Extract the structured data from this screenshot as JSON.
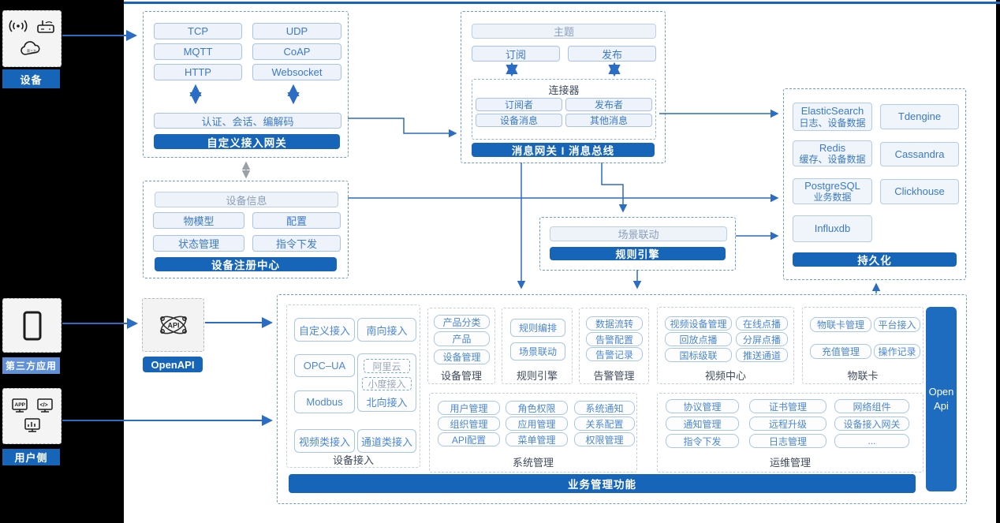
{
  "colors": {
    "accent": "#1765b8",
    "arrow": "#2b6cc4",
    "light_button_border": "#a9c3e6",
    "light_button_text": "#3b79c6",
    "third_party_label_bg": "#6090d8"
  },
  "left_rail": {
    "device_label": "设备",
    "third_party_label": "第三方应用",
    "user_label": "用户侧"
  },
  "gateway": {
    "protocols": [
      "TCP",
      "UDP",
      "MQTT",
      "CoAP",
      "HTTP",
      "Websocket"
    ],
    "auth": "认证、会话、编解码",
    "title": "自定义接入网关"
  },
  "registry": {
    "info": "设备信息",
    "items": [
      "物模型",
      "配置",
      "状态管理",
      "指令下发"
    ],
    "title": "设备注册中心"
  },
  "bus": {
    "topic": "主题",
    "subscribe": "订阅",
    "publish": "发布",
    "connector_title": "连接器",
    "connector_items": [
      "订阅者",
      "发布者",
      "设备消息",
      "其他消息"
    ],
    "title": "消息网关 I 消息总线"
  },
  "persistence": {
    "stores": [
      {
        "name": "ElasticSearch",
        "desc": "日志、设备数据"
      },
      {
        "name": "Tdengine",
        "desc": ""
      },
      {
        "name": "Redis",
        "desc": "缓存、设备数据"
      },
      {
        "name": "Cassandra",
        "desc": ""
      },
      {
        "name": "PostgreSQL",
        "desc": "业务数据"
      },
      {
        "name": "Clickhouse",
        "desc": ""
      },
      {
        "name": "Influxdb",
        "desc": ""
      }
    ],
    "title": "持久化"
  },
  "rule_engine_mid": {
    "scene": "场景联动",
    "title": "规则引擎"
  },
  "openapi": {
    "label": "OpenAPI"
  },
  "platform": {
    "device_access": {
      "items": [
        "自定义接入",
        "南向接入",
        "OPC–UA",
        "Modbus",
        "视频类接入",
        "通道类接入"
      ],
      "north": {
        "sub": [
          "阿里云",
          "小度接入"
        ],
        "label": "北向接入"
      },
      "label": "设备接入"
    },
    "device_mgmt": {
      "items": [
        "产品分类",
        "产品",
        "设备管理"
      ],
      "label": "设备管理"
    },
    "rule_engine": {
      "items": [
        "规则编排",
        "场景联动"
      ],
      "label": "规则引擎"
    },
    "alarm": {
      "items": [
        "数据流转",
        "告警配置",
        "告警记录"
      ],
      "label": "告警管理"
    },
    "video": {
      "items": [
        "视频设备管理",
        "在线点播",
        "回放点播",
        "分屏点播",
        "国标级联",
        "推送通道"
      ],
      "label": "视频中心"
    },
    "iot_card": {
      "items": [
        "物联卡管理",
        "平台接入",
        "充值管理",
        "操作记录"
      ],
      "label": "物联卡"
    },
    "system": {
      "items": [
        "用户管理",
        "角色权限",
        "系统通知",
        "组织管理",
        "应用管理",
        "关系配置",
        "API配置",
        "菜单管理",
        "权限管理"
      ],
      "label": "系统管理"
    },
    "ops": {
      "items": [
        "协议管理",
        "证书管理",
        "网络组件",
        "通知管理",
        "远程升级",
        "设备接入网关",
        "指令下发",
        "日志管理",
        "..."
      ],
      "label": "运维管理"
    },
    "footer": "业务管理功能",
    "open_api_line1": "Open",
    "open_api_line2": "Api"
  }
}
